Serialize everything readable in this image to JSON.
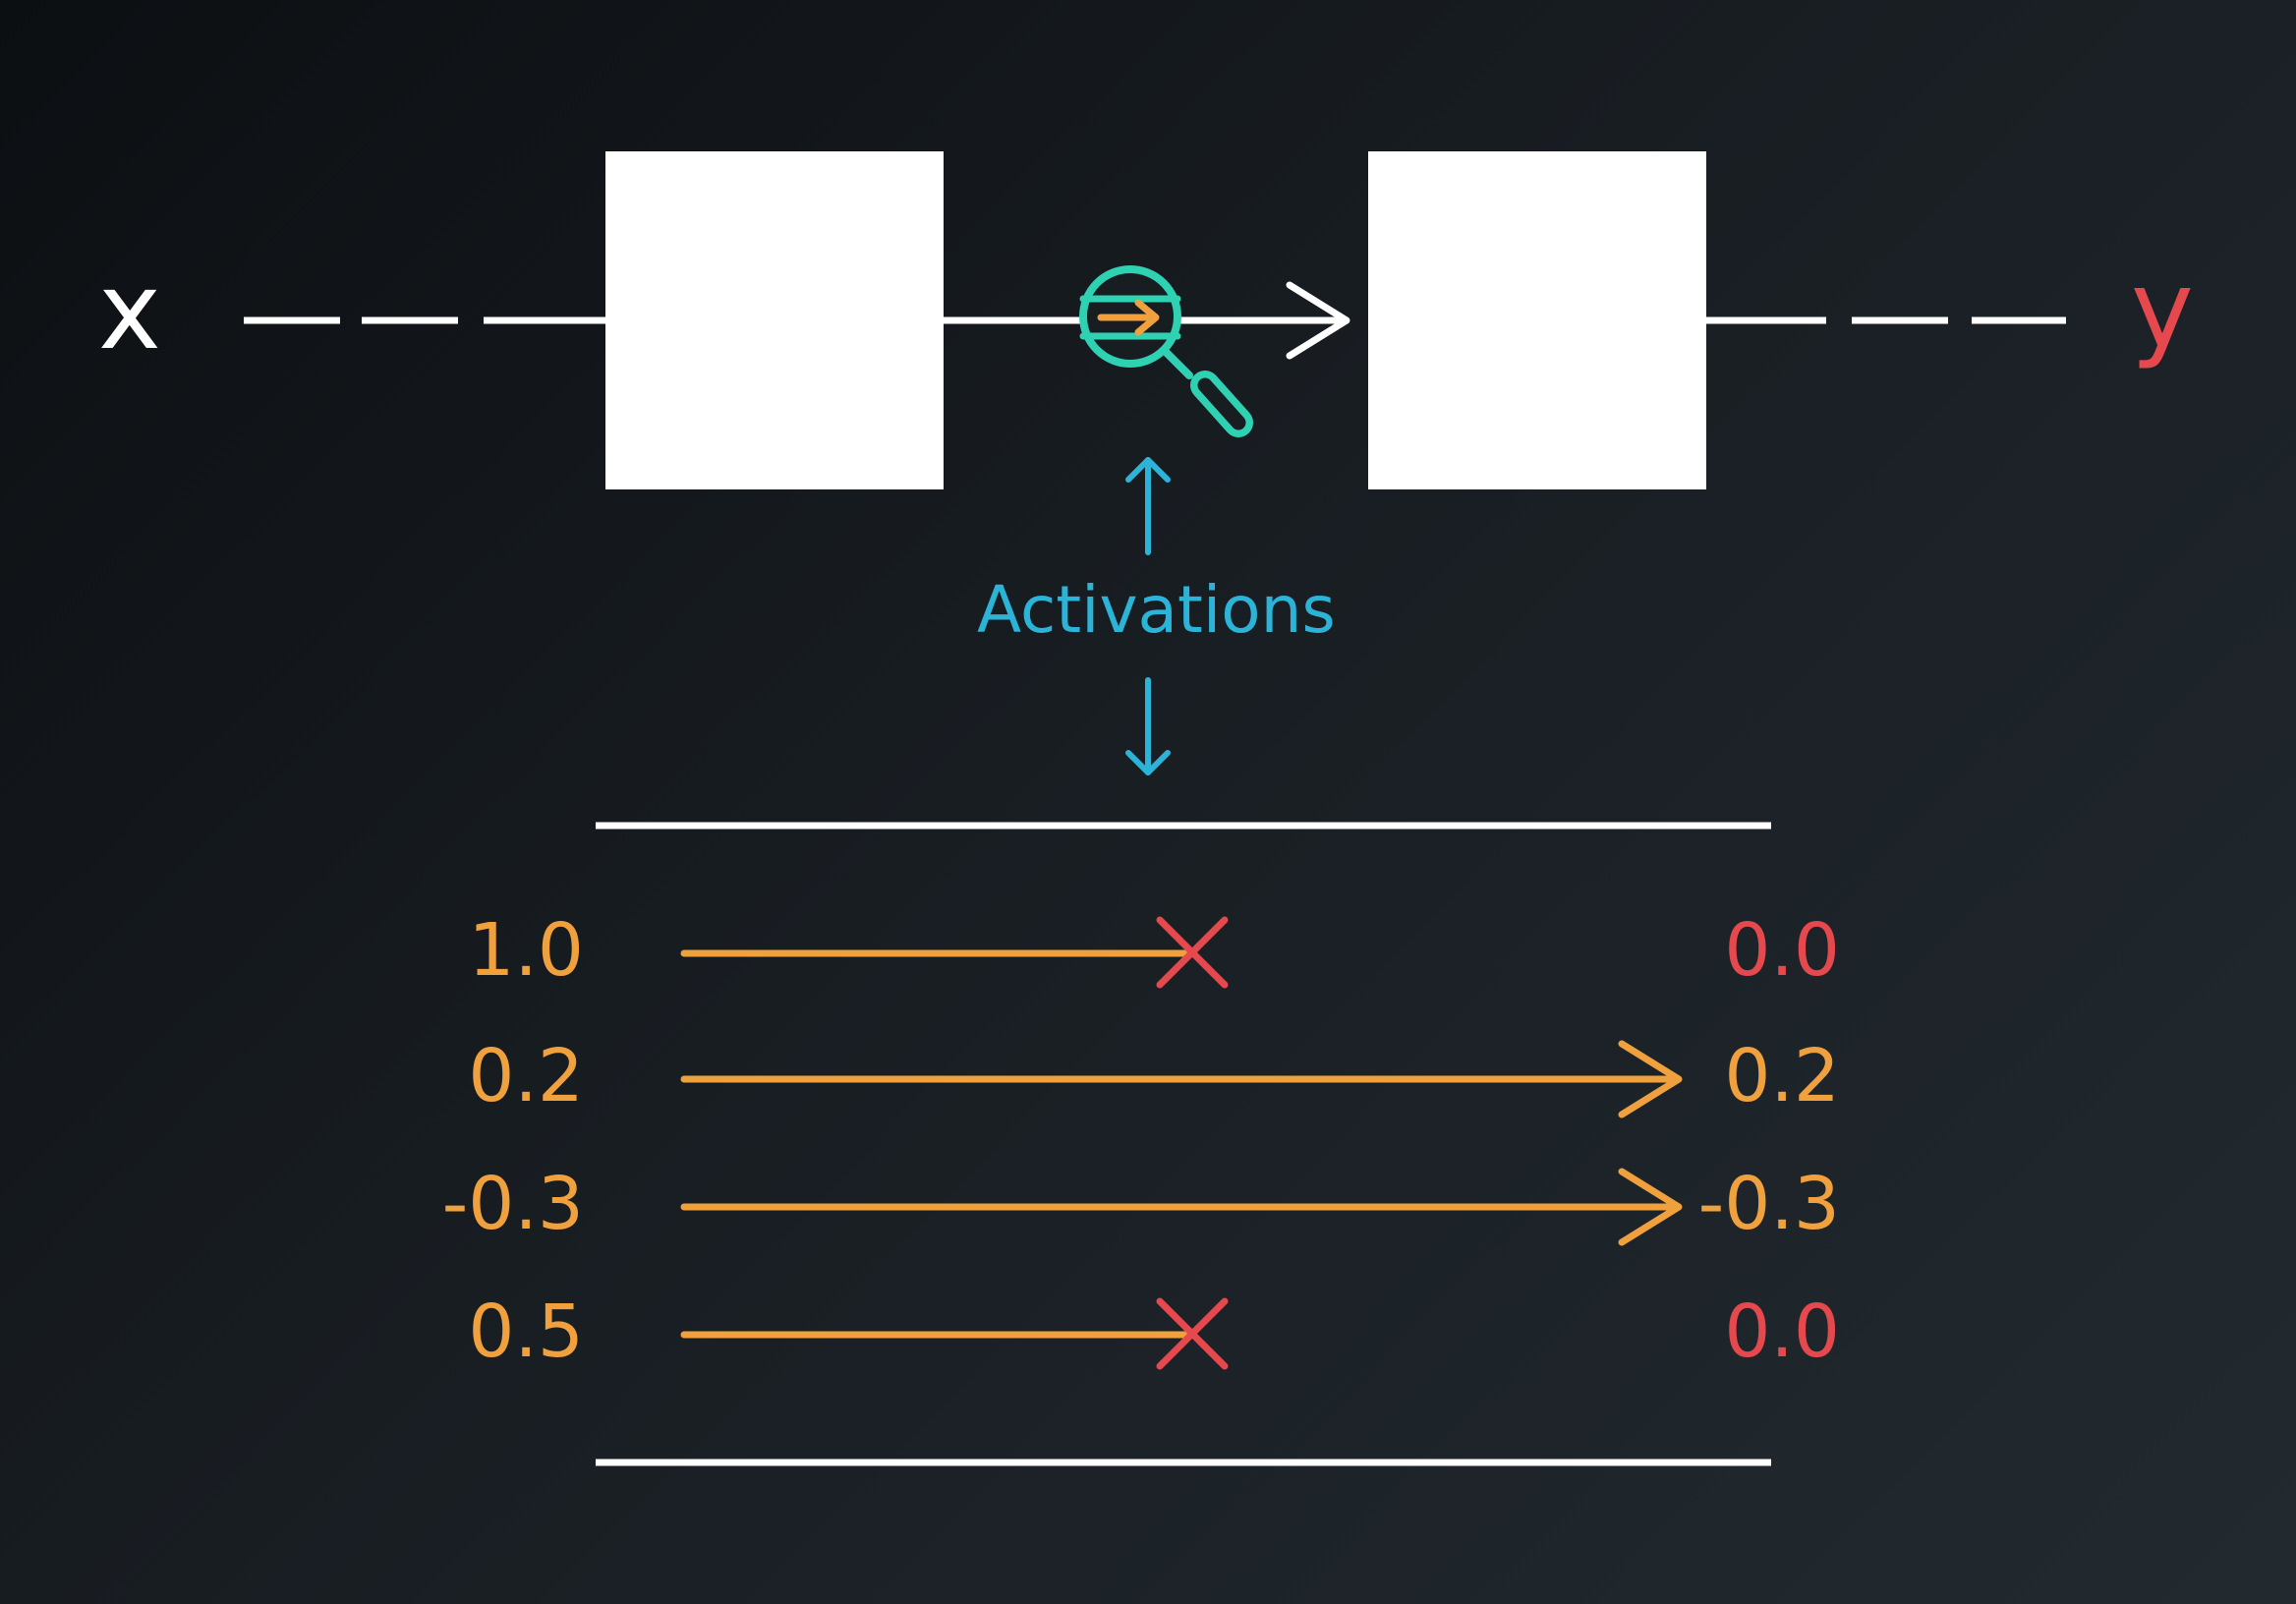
{
  "colors": {
    "background_start": "#0c0f12",
    "background_end": "#222a30",
    "white": "#ffffff",
    "orange": "#f0a03c",
    "red": "#e5484d",
    "cyan": "#2bb3d8",
    "teal": "#2fd1b3"
  },
  "icons": {
    "magnifier": "magnifier-icon",
    "drop": "x-mark-icon",
    "pass": "arrowhead-icon"
  },
  "diagram": {
    "input_label": "x",
    "output_label": "y",
    "activations_label": "Activations"
  },
  "dropout_table": {
    "rows": [
      {
        "input": "1.0",
        "output": "0.0",
        "dropped": true
      },
      {
        "input": "0.2",
        "output": "0.2",
        "dropped": false
      },
      {
        "input": "-0.3",
        "output": "-0.3",
        "dropped": false
      },
      {
        "input": "0.5",
        "output": "0.0",
        "dropped": true
      }
    ]
  }
}
